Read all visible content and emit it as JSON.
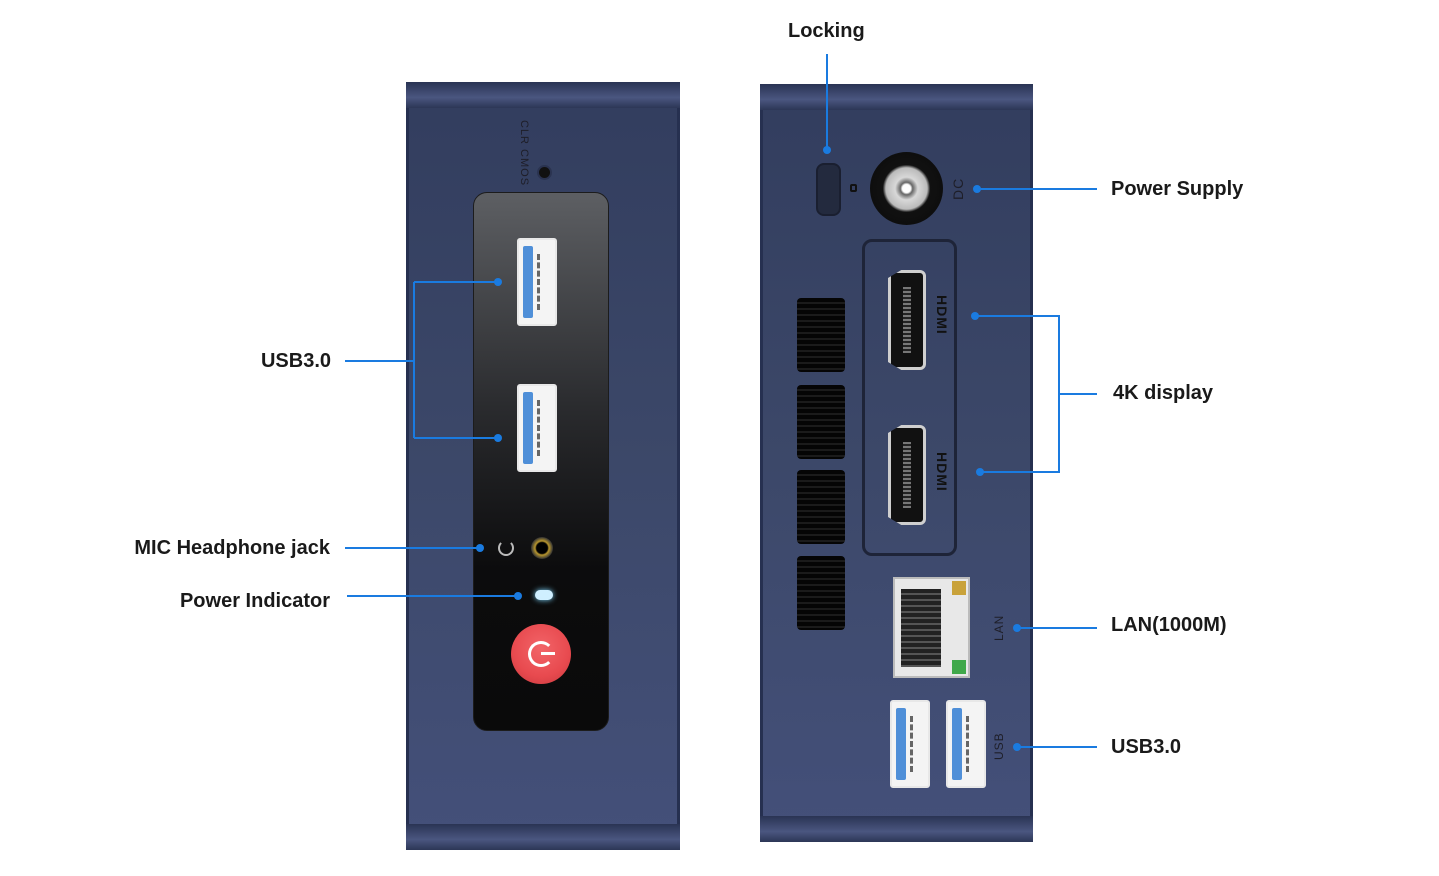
{
  "labels": {
    "locking": "Locking",
    "power_supply": "Power Supply",
    "display": "4K display",
    "lan": "LAN(1000M)",
    "usb_rear": "USB3.0",
    "usb_front": "USB3.0",
    "mic": "MIC Headphone jack",
    "power_indicator": "Power Indicator"
  },
  "device_marks": {
    "clr_cmos": "CLR CMOS",
    "dc": "DC",
    "hdmi": "HDMI",
    "lan": "LAN",
    "usb": "USB"
  },
  "colors": {
    "body": "#3c4869",
    "line": "#1a7be0",
    "power_button": "#e84a4f"
  }
}
